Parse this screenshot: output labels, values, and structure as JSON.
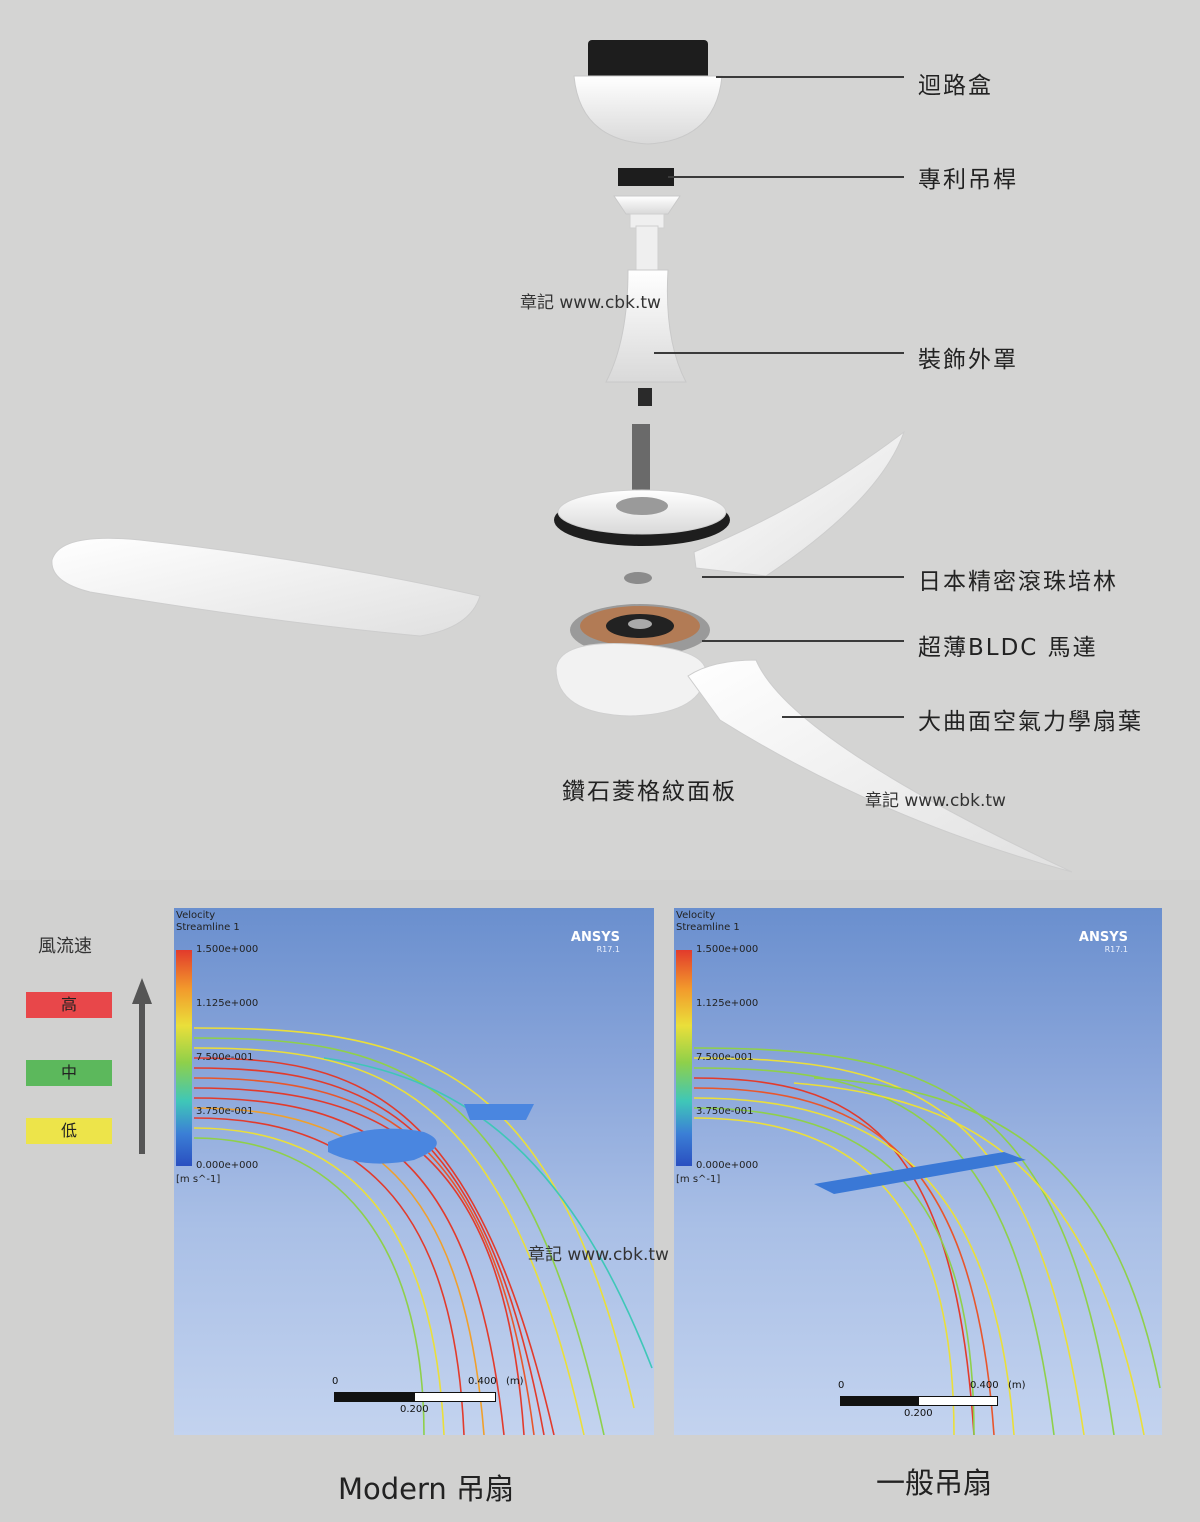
{
  "callouts": {
    "junction_box": "迴路盒",
    "patent_rod": "專利吊桿",
    "decor_cover": "裝飾外罩",
    "bearing": "日本精密滾珠培林",
    "motor": "超薄BLDC 馬達",
    "blade": "大曲面空氣力學扇葉"
  },
  "panel_label": "鑽石菱格紋面板",
  "watermark": "章記 www.cbk.tw",
  "legend": {
    "title": "風流速",
    "high": "高",
    "mid": "中",
    "low": "低",
    "colors": {
      "high": "#e8474a",
      "mid": "#5cb85c",
      "low": "#ede44a"
    }
  },
  "simulations": [
    {
      "title_line1": "Velocity",
      "title_line2": "Streamline 1",
      "brand": "ANSYS",
      "version": "R17.1",
      "ticks": [
        "1.500e+000",
        "1.125e+000",
        "7.500e-001",
        "3.750e-001",
        "0.000e+000"
      ],
      "unit": "[m s^-1]",
      "scale_zero": "0",
      "scale_max": "0.400",
      "scale_unit": "(m)",
      "scale_mid": "0.200",
      "caption": "Modern 吊扇"
    },
    {
      "title_line1": "Velocity",
      "title_line2": "Streamline 1",
      "brand": "ANSYS",
      "version": "R17.1",
      "ticks": [
        "1.500e+000",
        "1.125e+000",
        "7.500e-001",
        "3.750e-001",
        "0.000e+000"
      ],
      "unit": "[m s^-1]",
      "scale_zero": "0",
      "scale_max": "0.400",
      "scale_unit": "(m)",
      "scale_mid": "0.200",
      "caption": "一般吊扇"
    }
  ]
}
